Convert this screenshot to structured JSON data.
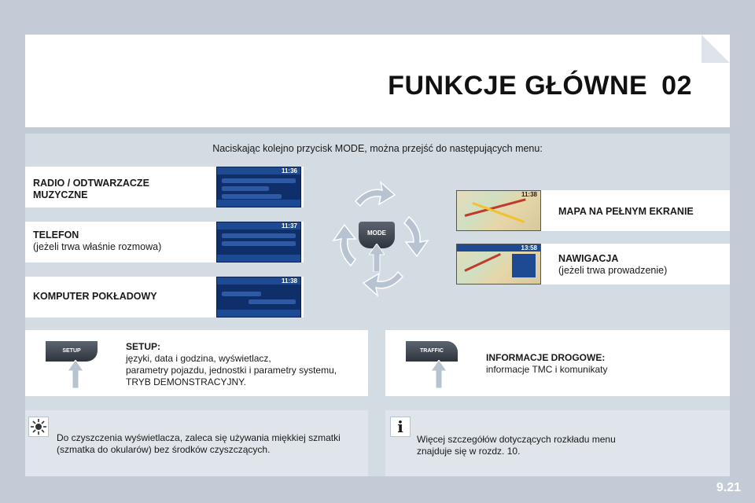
{
  "header": {
    "title": "FUNKCJE GŁÓWNE",
    "chapter": "02"
  },
  "intro": "Naciskając kolejno przycisk MODE, można przejść do następujących menu:",
  "menus_left": [
    {
      "title": "RADIO / ODTWARZACZE",
      "title2": "MUZYCZNE",
      "subtitle": "",
      "clock": "11:36"
    },
    {
      "title": "TELEFON",
      "title2": "",
      "subtitle": "(jeżeli trwa właśnie rozmowa)",
      "clock": "11:37"
    },
    {
      "title": "KOMPUTER POKŁADOWY",
      "title2": "",
      "subtitle": "",
      "clock": "11:38"
    }
  ],
  "menus_right": [
    {
      "title": "MAPA NA PEŁNYM EKRANIE",
      "subtitle": "",
      "clock": "11:38"
    },
    {
      "title": "NAWIGACJA",
      "subtitle": "(jeżeli trwa prowadzenie)",
      "clock": "13:58"
    }
  ],
  "mode_button": {
    "label": "MODE"
  },
  "setup": {
    "button_label": "SETUP",
    "title": "SETUP:",
    "lines": [
      "języki, data i godzina, wyświetlacz,",
      "parametry pojazdu, jednostki i parametry systemu,",
      "TRYB DEMONSTRACYJNY."
    ]
  },
  "traffic": {
    "button_label": "TRAFFIC",
    "title": "INFORMACJE DROGOWE:",
    "lines": [
      "informacje TMC i komunikaty"
    ]
  },
  "note_left": {
    "icon": "sun-icon",
    "lines": [
      "Do czyszczenia wyświetlacza, zaleca się używania miękkiej szmatki",
      "(szmatka do okularów) bez środków czyszczących."
    ]
  },
  "note_right": {
    "icon": "info-icon",
    "lines": [
      "Więcej szczegółów dotyczących rozkładu menu",
      "znajduje się w rozdz. 10."
    ]
  },
  "page_number": "9.21",
  "colors": {
    "background": "#c3ccd6",
    "panel": "#d3dbe3",
    "screen": "#0e2f6a",
    "arrow": "#b7c3d0"
  }
}
